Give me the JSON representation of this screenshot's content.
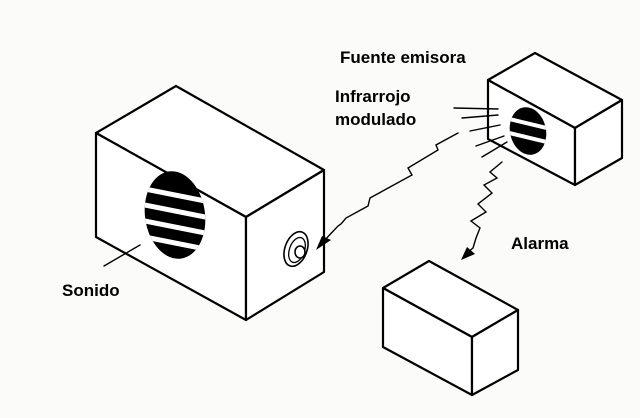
{
  "labels": {
    "source": "Fuente emisora",
    "infrared_line1": "Infrarrojo",
    "infrared_line2": "modulado",
    "alarm": "Alarma",
    "sound": "Sonido"
  }
}
